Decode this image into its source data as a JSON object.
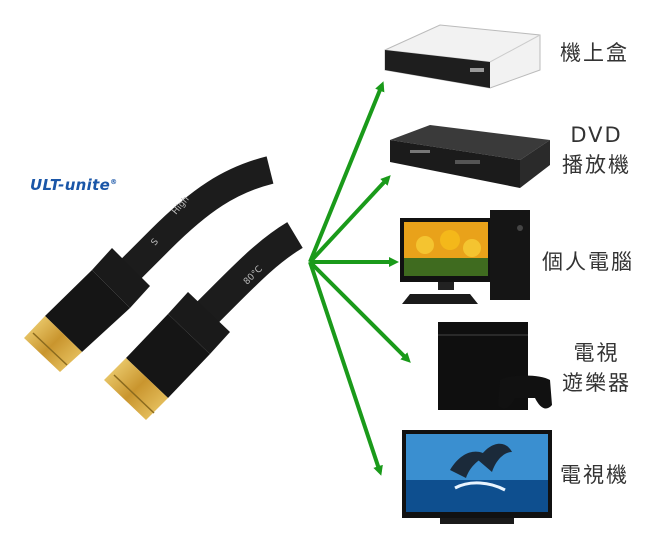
{
  "brand": {
    "name": "ULT-unite",
    "mark": "®"
  },
  "cable_print": {
    "text_a": "High",
    "text_b": "S",
    "text_c": "80°C"
  },
  "devices": [
    {
      "label": "機上盒"
    },
    {
      "label_line1": "DVD",
      "label_line2": "播放機"
    },
    {
      "label": "個人電腦"
    },
    {
      "label_line1": "電視",
      "label_line2": "遊樂器"
    },
    {
      "label": "電視機"
    }
  ],
  "colors": {
    "arrow": "#1a9a1a",
    "brand": "#1a56a8",
    "cable": "#1c1c1c",
    "connector": "#d4a83a"
  }
}
